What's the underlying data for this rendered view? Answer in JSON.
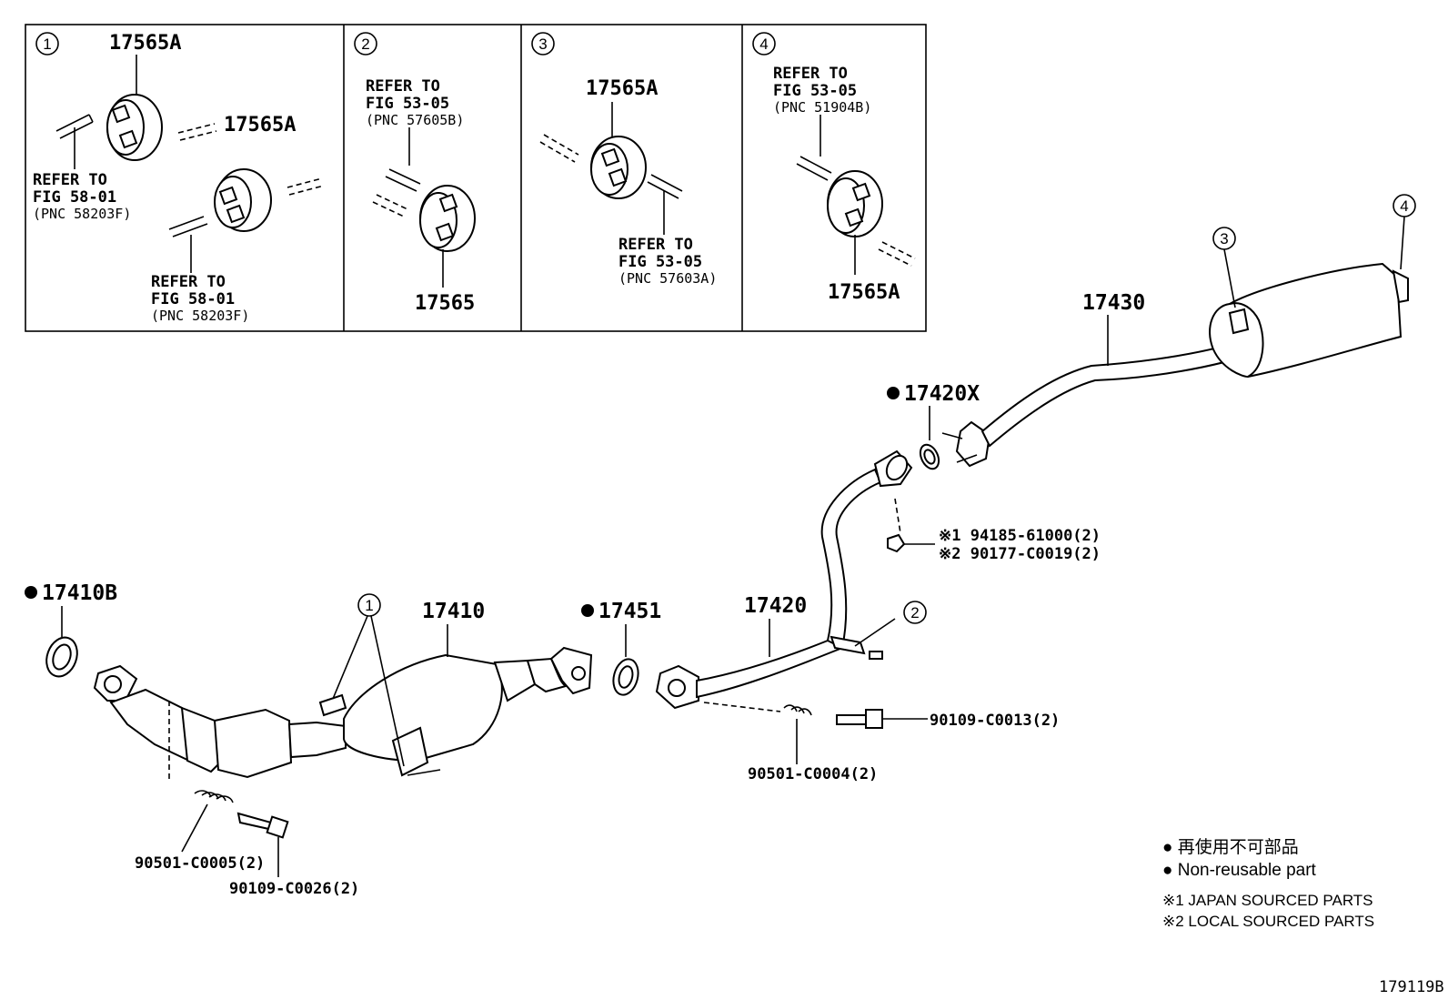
{
  "insets": [
    {
      "num": "1",
      "parts": [
        "17565A",
        "17565A"
      ],
      "refs": [
        {
          "line1": "REFER TO",
          "line2": "FIG 58-01",
          "line3": "(PNC 58203F)"
        },
        {
          "line1": "REFER TO",
          "line2": "FIG 58-01",
          "line3": "(PNC 58203F)"
        }
      ]
    },
    {
      "num": "2",
      "parts": [
        "17565"
      ],
      "refs": [
        {
          "line1": "REFER TO",
          "line2": "FIG 53-05",
          "line3": "(PNC 57605B)"
        }
      ]
    },
    {
      "num": "3",
      "parts": [
        "17565A"
      ],
      "refs": [
        {
          "line1": "REFER TO",
          "line2": "FIG 53-05",
          "line3": "(PNC 57603A)"
        }
      ]
    },
    {
      "num": "4",
      "parts": [
        "17565A"
      ],
      "refs": [
        {
          "line1": "REFER TO",
          "line2": "FIG 53-05",
          "line3": "(PNC 51904B)"
        }
      ]
    }
  ],
  "main": {
    "p17410B": "17410B",
    "p17410": "17410",
    "p17451": "17451",
    "p17420": "17420",
    "p17420X": "17420X",
    "p17430": "17430",
    "p90501_C0005": "90501-C0005(2)",
    "p90109_C0026": "90109-C0026(2)",
    "p90501_C0004": "90501-C0004(2)",
    "p90109_C0013": "90109-C0013(2)",
    "p94185": "※1 94185-61000(2)",
    "p90177": "※2 90177-C0019(2)",
    "callout1": "1",
    "callout2": "2",
    "callout3": "3",
    "callout4": "4"
  },
  "legend": {
    "nonreusable_jp": "● 再使用不可部品",
    "nonreusable_en": "● Non-reusable part",
    "japan_sourced": "※1  JAPAN SOURCED PARTS",
    "local_sourced": "※2  LOCAL SOURCED PARTS"
  },
  "figure_id": "179119B"
}
